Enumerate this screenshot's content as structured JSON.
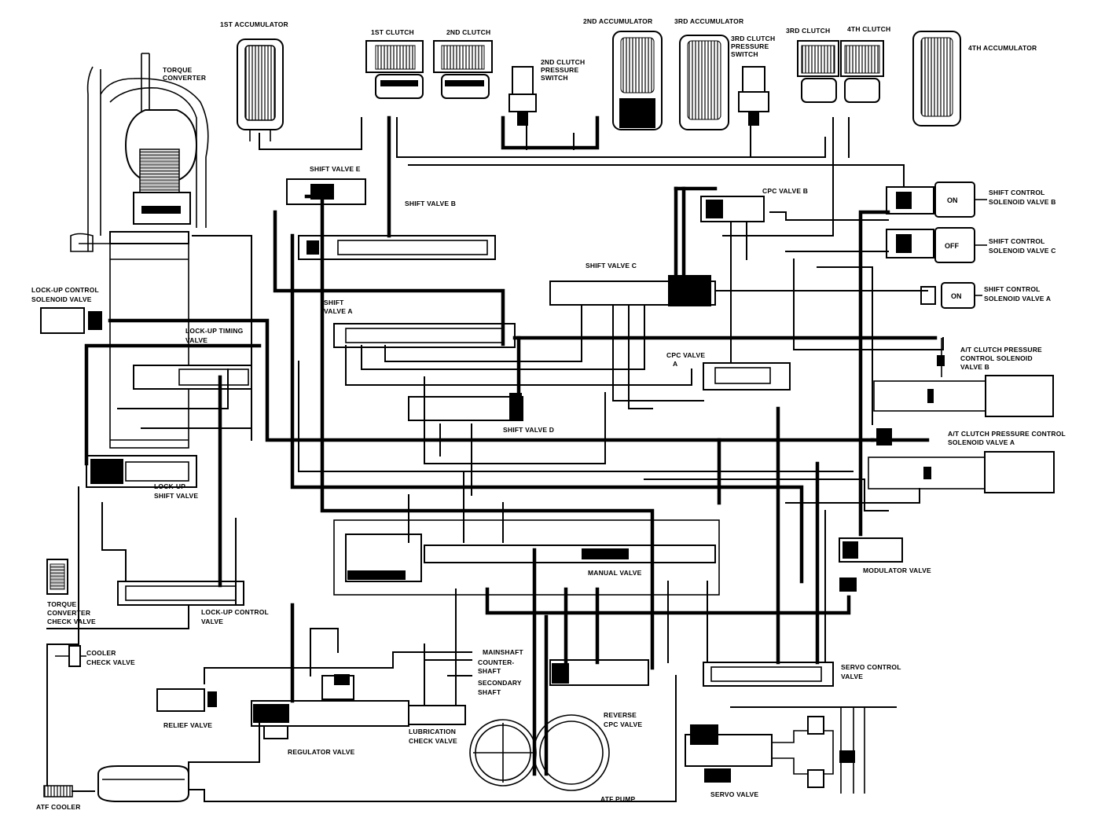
{
  "labels": {
    "acc1": "1ST ACCUMULATOR",
    "clutch1": "1ST CLUTCH",
    "clutch2": "2ND CLUTCH",
    "clutch2_switch": [
      "2ND CLUTCH",
      "PRESSURE",
      "SWITCH"
    ],
    "acc2": "2ND ACCUMULATOR",
    "acc3": "3RD ACCUMULATOR",
    "clutch3_switch": [
      "3RD CLUTCH",
      "PRESSURE",
      "SWITCH"
    ],
    "clutch3": "3RD CLUTCH",
    "clutch4": "4TH CLUTCH",
    "acc4": "4TH ACCUMULATOR",
    "torque_converter": [
      "TORQUE",
      "CONVERTER"
    ],
    "shift_valve_e": "SHIFT VALVE E",
    "shift_valve_b": "SHIFT VALVE B",
    "cpc_valve_b": "CPC VALVE B",
    "shift_sol_b": [
      "SHIFT CONTROL",
      "SOLENOID VALVE B"
    ],
    "shift_sol_c": [
      "SHIFT CONTROL",
      "SOLENOID VALVE C"
    ],
    "shift_sol_a": [
      "SHIFT CONTROL",
      "SOLENOID VALVE A"
    ],
    "shift_valve_c": "SHIFT VALVE C",
    "lockup_sol": [
      "LOCK-UP CONTROL",
      "SOLENOID VALVE"
    ],
    "shift_valve_a": [
      "SHIFT",
      "VALVE A"
    ],
    "lockup_timing": [
      "LOCK-UP TIMING",
      "VALVE"
    ],
    "cpc_valve_a": [
      "CPC VALVE",
      "A"
    ],
    "at_sol_b": [
      "A/T CLUTCH PRESSURE",
      "CONTROL SOLENOID",
      "VALVE B"
    ],
    "shift_valve_d": "SHIFT VALVE D",
    "at_sol_a": [
      "A/T CLUTCH PRESSURE CONTROL",
      "SOLENOID VALVE A"
    ],
    "lockup_shift": [
      "LOCK-UP",
      "SHIFT  VALVE"
    ],
    "manual_valve": "MANUAL VALVE",
    "modulator_valve": "MODULATOR VALVE",
    "tc_check": [
      "TORQUE",
      "CONVERTER",
      "CHECK VALVE"
    ],
    "lockup_control": [
      "LOCK-UP CONTROL",
      "VALVE"
    ],
    "cooler_check": [
      "COOLER",
      "CHECK VALVE"
    ],
    "mainshaft": "MAINSHAFT",
    "countershaft": [
      "COUNTER-",
      "SHAFT"
    ],
    "secondary_shaft": [
      "SECONDARY",
      "SHAFT"
    ],
    "servo_control": [
      "SERVO CONTROL",
      "VALVE"
    ],
    "relief_valve": "RELIEF VALVE",
    "lubrication_check": [
      "LUBRICATION",
      "CHECK VALVE"
    ],
    "reverse_cpc": [
      "REVERSE",
      "CPC VALVE"
    ],
    "regulator_valve": "REGULATOR VALVE",
    "atf_cooler": "ATF COOLER",
    "atf_pump": "ATF PUMP",
    "servo_valve": "SERVO VALVE"
  },
  "solenoid_states": {
    "shift_b": "ON",
    "shift_c": "OFF",
    "shift_a": "ON"
  },
  "colors": {
    "ink": "#000000",
    "paper": "#ffffff"
  }
}
